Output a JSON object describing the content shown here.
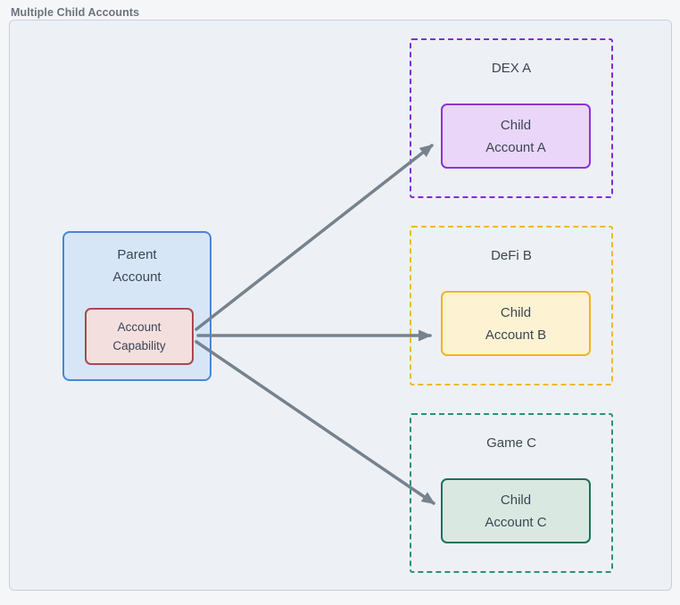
{
  "title": "Multiple Child Accounts",
  "parent": {
    "label": "Parent\nAccount",
    "capability_label": "Account\nCapability"
  },
  "zones": [
    {
      "label": "DEX A",
      "child_label": "Child\nAccount A"
    },
    {
      "label": "DeFi B",
      "child_label": "Child\nAccount B"
    },
    {
      "label": "Game C",
      "child_label": "Child\nAccount C"
    }
  ],
  "connections": [
    {
      "from": "account-capability",
      "to": "child-account-a"
    },
    {
      "from": "account-capability",
      "to": "child-account-b"
    },
    {
      "from": "account-capability",
      "to": "child-account-c"
    }
  ],
  "colors": {
    "page_bg": "#f5f6f8",
    "canvas_bg": "#edf1f5",
    "canvas_border": "#c6d0dc",
    "arrow": "#76828e",
    "text": "#3c4654",
    "title_text": "#6b7480",
    "parent_bg": "#d6e6f7",
    "parent_border": "#4687d8",
    "capability_bg": "#f4dfdf",
    "capability_border": "#a8494f",
    "zone_a_accent": "#8429dd",
    "zone_a_child_bg": "#ead6f8",
    "zone_b_accent": "#f0b72a",
    "zone_b_child_bg": "#fdf3d2",
    "zone_c_accent": "#2a9176",
    "zone_c_child_bg": "#d9e9e1",
    "zone_c_child_border": "#20705a"
  }
}
